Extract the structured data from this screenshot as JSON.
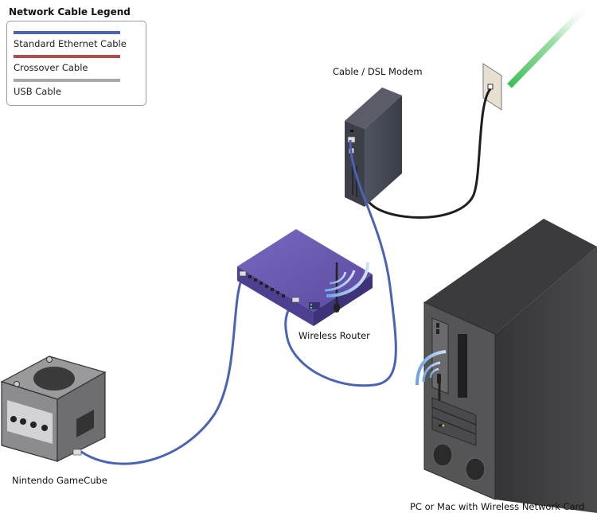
{
  "legend": {
    "title": "Network Cable Legend",
    "items": [
      {
        "label": "Standard Ethernet Cable",
        "color": "#4a63b5"
      },
      {
        "label": "Crossover Cable",
        "color": "#b54a4d"
      },
      {
        "label": "USB Cable",
        "color": "#a8a8a8"
      }
    ]
  },
  "devices": {
    "modem": {
      "label": "Cable / DSL Modem"
    },
    "router": {
      "label": "Wireless Router"
    },
    "gamecube": {
      "label": "Nintendo GameCube"
    },
    "pc": {
      "label": "PC or Mac with Wireless Network Card"
    }
  },
  "cables": [
    {
      "from": "wall-jack",
      "to": "modem",
      "type": "coax/phone",
      "color": "#222222"
    },
    {
      "from": "modem",
      "to": "router",
      "type": "Standard Ethernet Cable",
      "color": "#4a63b5"
    },
    {
      "from": "router",
      "to": "gamecube",
      "type": "Standard Ethernet Cable",
      "color": "#4a63b5"
    }
  ],
  "colors": {
    "internet_line": "#4cc25f",
    "router_body": "#6b58b0",
    "modem_body": "#4a4d57",
    "pc_body": "#3d3d3f",
    "gamecube_body": "#8a8a8c",
    "wall_plate": "#e8e0d2",
    "wireless_wave": "#8fb8e8"
  }
}
